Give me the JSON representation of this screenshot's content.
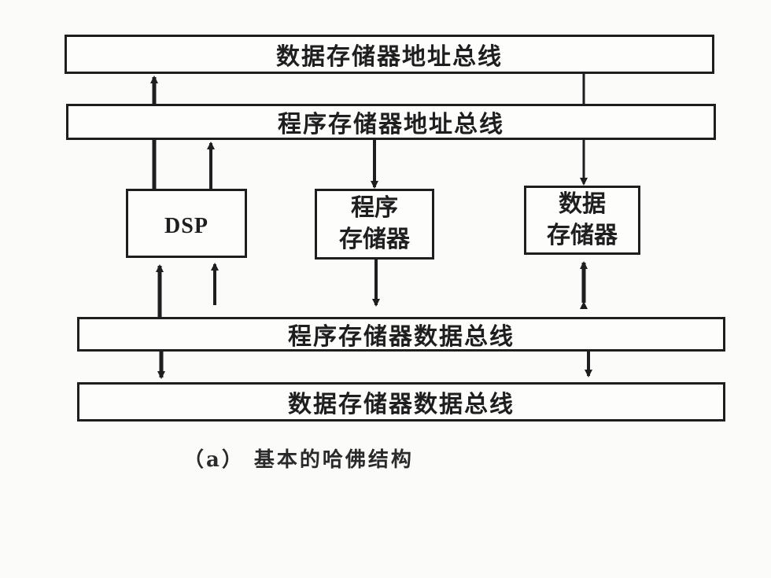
{
  "buses": {
    "data_address": "数据存储器地址总线",
    "program_address": "程序存储器地址总线",
    "program_data": "程序存储器数据总线",
    "data_data": "数据存储器数据总线"
  },
  "blocks": {
    "dsp": "DSP",
    "program_memory": {
      "line1": "程序",
      "line2": "存储器"
    },
    "data_memory": {
      "line1": "数据",
      "line2": "存储器"
    }
  },
  "caption": "（a） 基本的哈佛结构",
  "colors": {
    "ink": "#1e1e1e",
    "paper": "#fbfbf9"
  }
}
